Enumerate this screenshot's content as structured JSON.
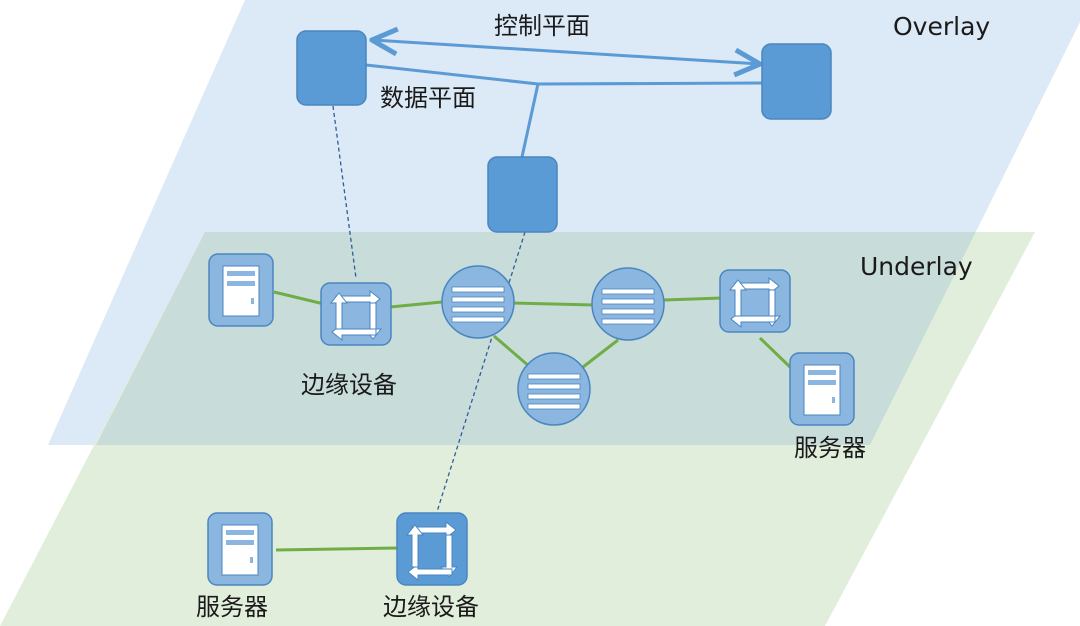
{
  "labels": {
    "overlay": "Overlay",
    "underlay": "Underlay",
    "control_plane": "控制平面",
    "data_plane": "数据平面",
    "edge_device_mid": "边缘设备",
    "server_right": "服务器",
    "server_bottom": "服务器",
    "edge_device_bottom": "边缘设备"
  },
  "colors": {
    "overlay_plane": "#dce9f6",
    "underlay_plane": "#e1eedb",
    "overlap_plane": "#c8ddd9",
    "node_blue": "#5b9bd5",
    "node_stroke": "#4a86c0",
    "device_blue": "#8ab6df",
    "control_line": "#5b9bd5",
    "link_green": "#70ad47",
    "virtual_link": "#2e5d99"
  },
  "icons": {
    "overlay_node": "rounded-square",
    "edge_switch": "switch-arrows-icon",
    "core_router": "router-lines-icon",
    "server": "server-icon"
  }
}
